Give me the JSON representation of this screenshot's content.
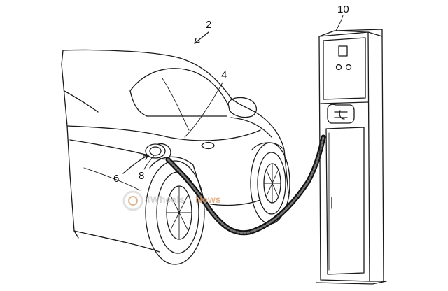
{
  "labels": {
    "vehicle": "2",
    "door_region": "4",
    "charging_port": "6",
    "port_cap": "8",
    "charging_station": "10"
  },
  "watermark": {
    "brand_a": "4Wheels",
    "brand_b": "News",
    "brand_color": "#e0a070",
    "accent_color": "#c8c8c8"
  }
}
